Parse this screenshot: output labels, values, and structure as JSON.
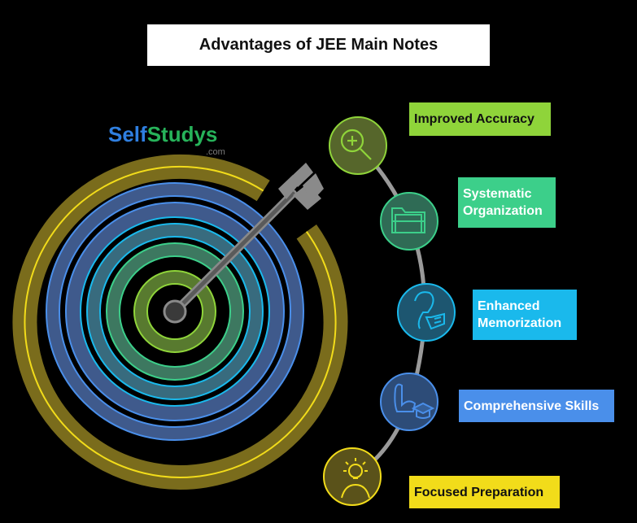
{
  "title": "Advantages of JEE Main Notes",
  "logo": {
    "part1": "Self",
    "part2": "Studys",
    "domain": ".com"
  },
  "items": [
    {
      "label": "Improved Accuracy",
      "icon": "magnifier-plus-icon",
      "color": "#8fd43a"
    },
    {
      "label": "Systematic Organization",
      "icon": "folder-icon",
      "color": "#3ccf8a"
    },
    {
      "label": "Enhanced Memorization",
      "icon": "reading-person-icon",
      "color": "#1ab9ec"
    },
    {
      "label": "Comprehensive Skills",
      "icon": "arm-graduation-cap-icon",
      "color": "#4a8fea"
    },
    {
      "label": "Focused Preparation",
      "icon": "lightbulb-person-icon",
      "color": "#f2dc1a"
    }
  ],
  "colors": {
    "yellow": "#f2dc1a",
    "lime": "#8fd43a",
    "green": "#3ccf8a",
    "cyan": "#1ab9ec",
    "blue": "#4a8fea"
  }
}
